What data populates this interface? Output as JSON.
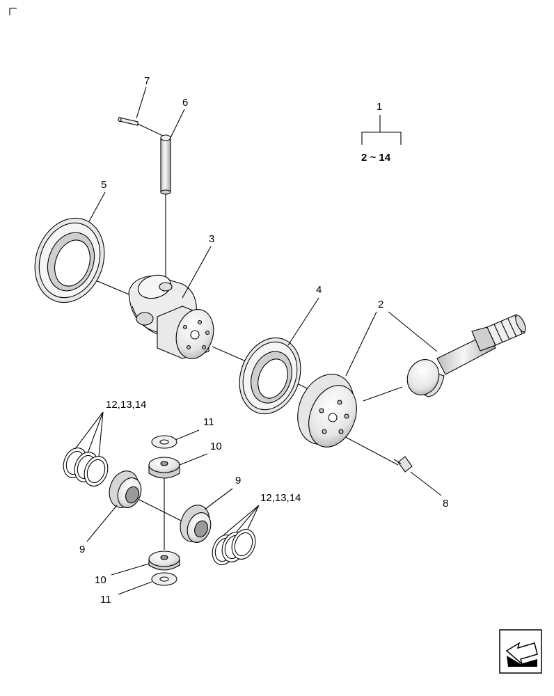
{
  "labels": {
    "l1": "1",
    "l2": "2",
    "l3": "3",
    "l4": "4",
    "l5": "5",
    "l6": "6",
    "l7": "7",
    "l8": "8",
    "l9a": "9",
    "l9b": "9",
    "l10a": "10",
    "l10b": "10",
    "l11a": "11",
    "l11b": "11",
    "l12a": "12,13,14",
    "l12b": "12,13,14",
    "range": "2  ~  14"
  },
  "colors": {
    "line": "#000000",
    "part_fill": "#ededed",
    "part_shade": "#bdbdbd",
    "background": "#ffffff"
  },
  "icons": {
    "corner_mark": "corner-bracket-icon",
    "next_page": "next-page-arrow-icon"
  }
}
